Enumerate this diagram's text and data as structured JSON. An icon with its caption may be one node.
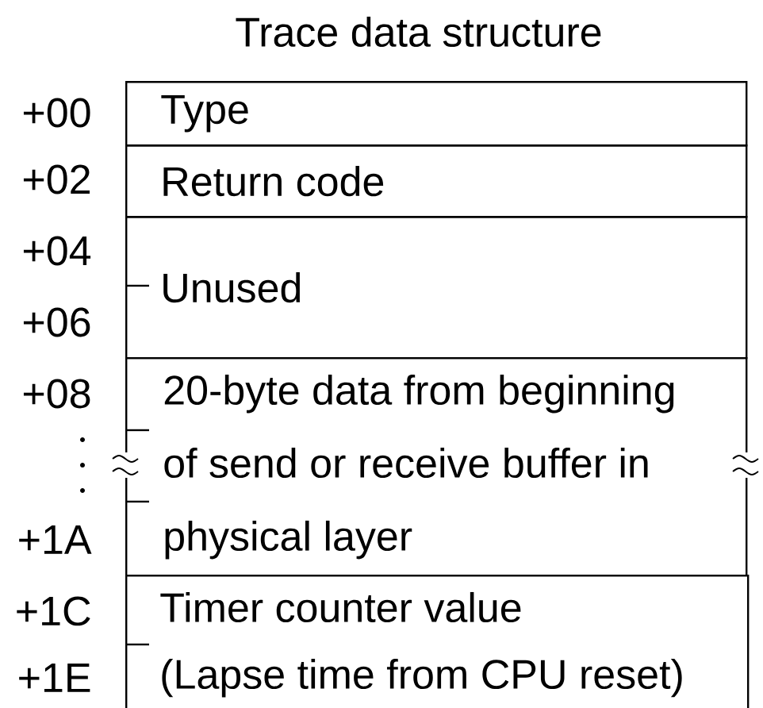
{
  "diagram": {
    "title": "Trace data structure",
    "nodes": [
      {
        "text": [
          "Type"
        ]
      },
      {
        "text": [
          "Return code"
        ]
      },
      {
        "text": [
          "Unused"
        ]
      },
      {
        "text": [
          "20-byte data from beginning of send or receive buffer in physical layer"
        ]
      },
      {
        "text": [
          "Timer counter value (Lapse time from CPU reset)"
        ]
      }
    ],
    "labels": [
      "+00",
      "+02",
      "+04",
      "+06",
      "+08",
      "+1A",
      "+1C",
      "+1E"
    ]
  }
}
